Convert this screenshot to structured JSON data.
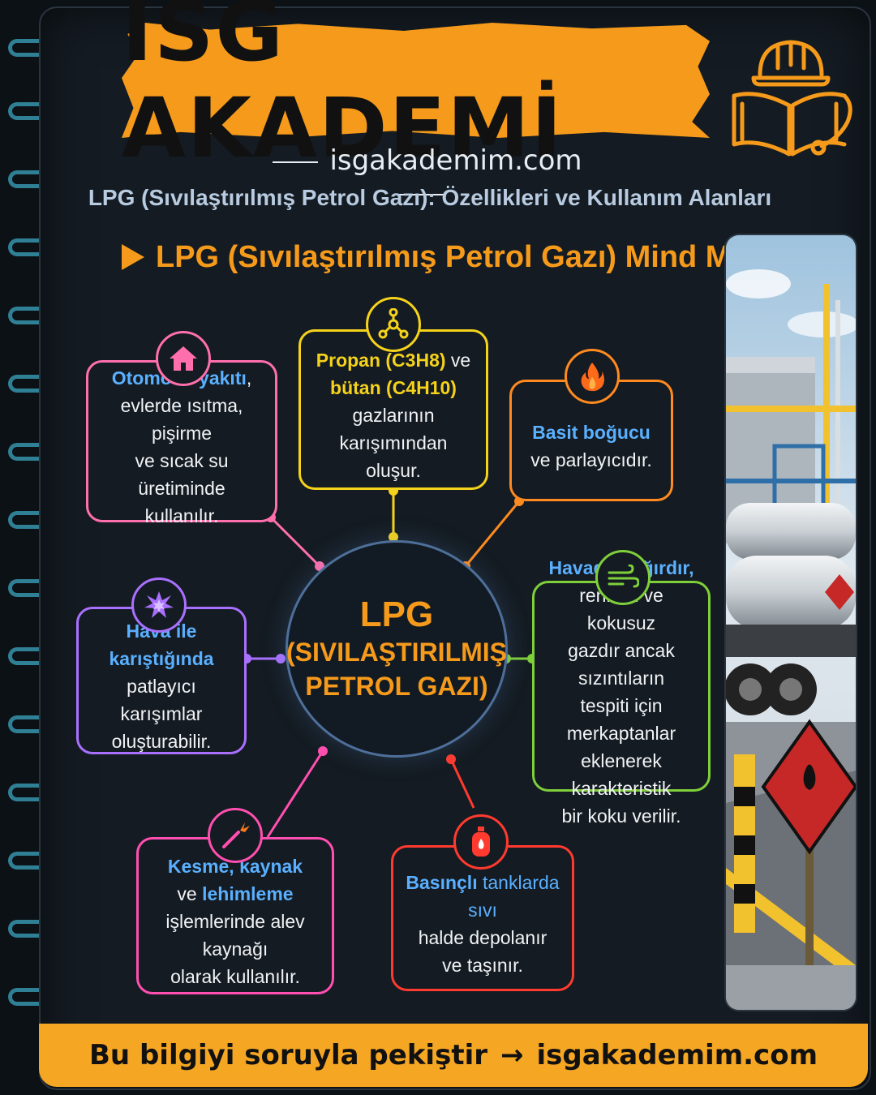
{
  "brand": {
    "name": "İSG AKADEMİ",
    "domain": "isgakademim.com"
  },
  "subtitle": "LPG (Sıvılaştırılmış Petrol Gazı): Özellikleri ve Kullanım Alanları",
  "map_title": "LPG (Sıvılaştırılmış Petrol Gazı) Mind Map",
  "center": {
    "line1": "LPG",
    "line2": "(SIVILAŞTIRILMIŞ",
    "line3": "PETROL GAZI)"
  },
  "nodes": {
    "otomotiv": {
      "icon": "house-icon",
      "color": "#ff6fae",
      "hl": "Otomotiv yakıtı",
      "hl_tail": ",",
      "l1": "evlerde ısıtma, pişirme",
      "l2": "ve sıcak su üretiminde",
      "l3": "kullanılır."
    },
    "propan": {
      "icon": "molecule-icon",
      "color": "#f5d21b",
      "hl1": "Propan (C3H8)",
      "t1": " ve",
      "hl2": "bütan (C4H10)",
      "l1": "gazlarının karışımından",
      "l2": "oluşur."
    },
    "bogucu": {
      "icon": "flame-icon",
      "color": "#ff8a1f",
      "hl": "Basit boğucu",
      "l1": "ve parlayıcıdır."
    },
    "hava": {
      "icon": "explosion-icon",
      "color": "#a970ff",
      "hl": "Hava ile karıştığında",
      "l1": "patlayıcı karışımlar",
      "l2": "oluşturabilir."
    },
    "havadan": {
      "icon": "wind-icon",
      "color": "#7fcf3a",
      "hl": "Havadan ağırdır,",
      "l1": "renksiz ve kokusuz",
      "l2": "gazdır ancak sızıntıların",
      "l3": "tespiti için merkaptanlar",
      "l4": "eklenerek karakteristik",
      "l5": "bir koku verilir."
    },
    "kesme": {
      "icon": "welding-torch-icon",
      "color": "#ff4fb0",
      "hl1": "Kesme, kaynak",
      "t1": "ve ",
      "hl2": "lehimleme",
      "l1": "işlemlerinde alev kaynağı",
      "l2": "olarak kullanılır."
    },
    "basincli": {
      "icon": "gas-cylinder-icon",
      "color": "#ff3a2f",
      "hl": "Basınçlı",
      "hl_tail": " tanklarda sıvı",
      "l1": "halde depolanır",
      "l2": "ve taşınır."
    }
  },
  "footer": {
    "text": "Bu bilgiyi soruyla pekiştir",
    "arrow": "→",
    "link": "isgakademim.com"
  },
  "colors": {
    "accent": "#f59a1b",
    "background": "#141b22",
    "footer": "#f5a623"
  }
}
